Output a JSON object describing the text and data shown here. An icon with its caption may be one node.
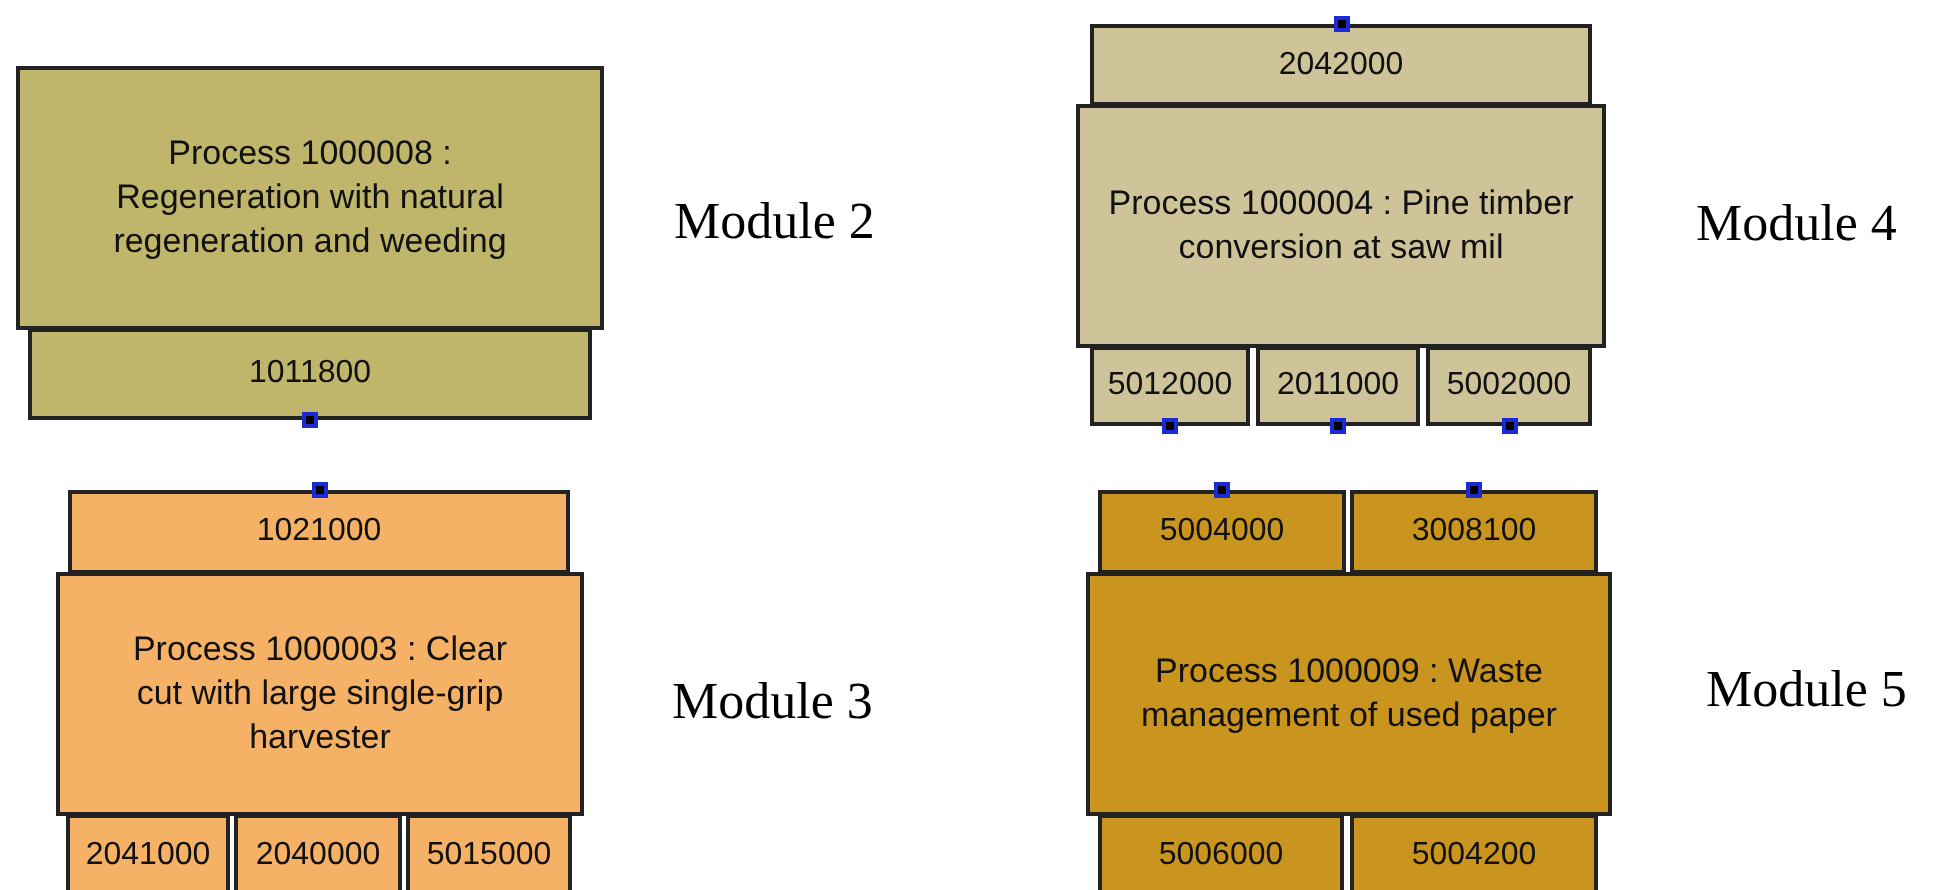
{
  "diagram": {
    "nodes": [
      {
        "text": [
          "Process 1000008 : Regeneration with natural regeneration and weeding"
        ],
        "beside": [
          "Module 2"
        ]
      },
      {
        "text": [
          "1011800"
        ]
      },
      {
        "text": [
          "2042000"
        ]
      },
      {
        "text": [
          "Process 1000004 : Pine timber conversion at saw mil"
        ],
        "beside": [
          "Module 4"
        ]
      },
      {
        "text": [
          "5012000"
        ]
      },
      {
        "text": [
          "2011000"
        ]
      },
      {
        "text": [
          "5002000"
        ]
      },
      {
        "text": [
          "1021000"
        ]
      },
      {
        "text": [
          "Process 1000003 : Clear cut with large single-grip harvester"
        ],
        "beside": [
          "Module 3"
        ]
      },
      {
        "text": [
          "2041000"
        ]
      },
      {
        "text": [
          "2040000"
        ]
      },
      {
        "text": [
          "5015000"
        ]
      },
      {
        "text": [
          "5004000"
        ]
      },
      {
        "text": [
          "3008100"
        ]
      },
      {
        "text": [
          "Process 1000009 : Waste management of used paper"
        ],
        "beside": [
          "Module 5"
        ]
      },
      {
        "text": [
          "5006000"
        ]
      },
      {
        "text": [
          "5004200"
        ]
      }
    ]
  }
}
